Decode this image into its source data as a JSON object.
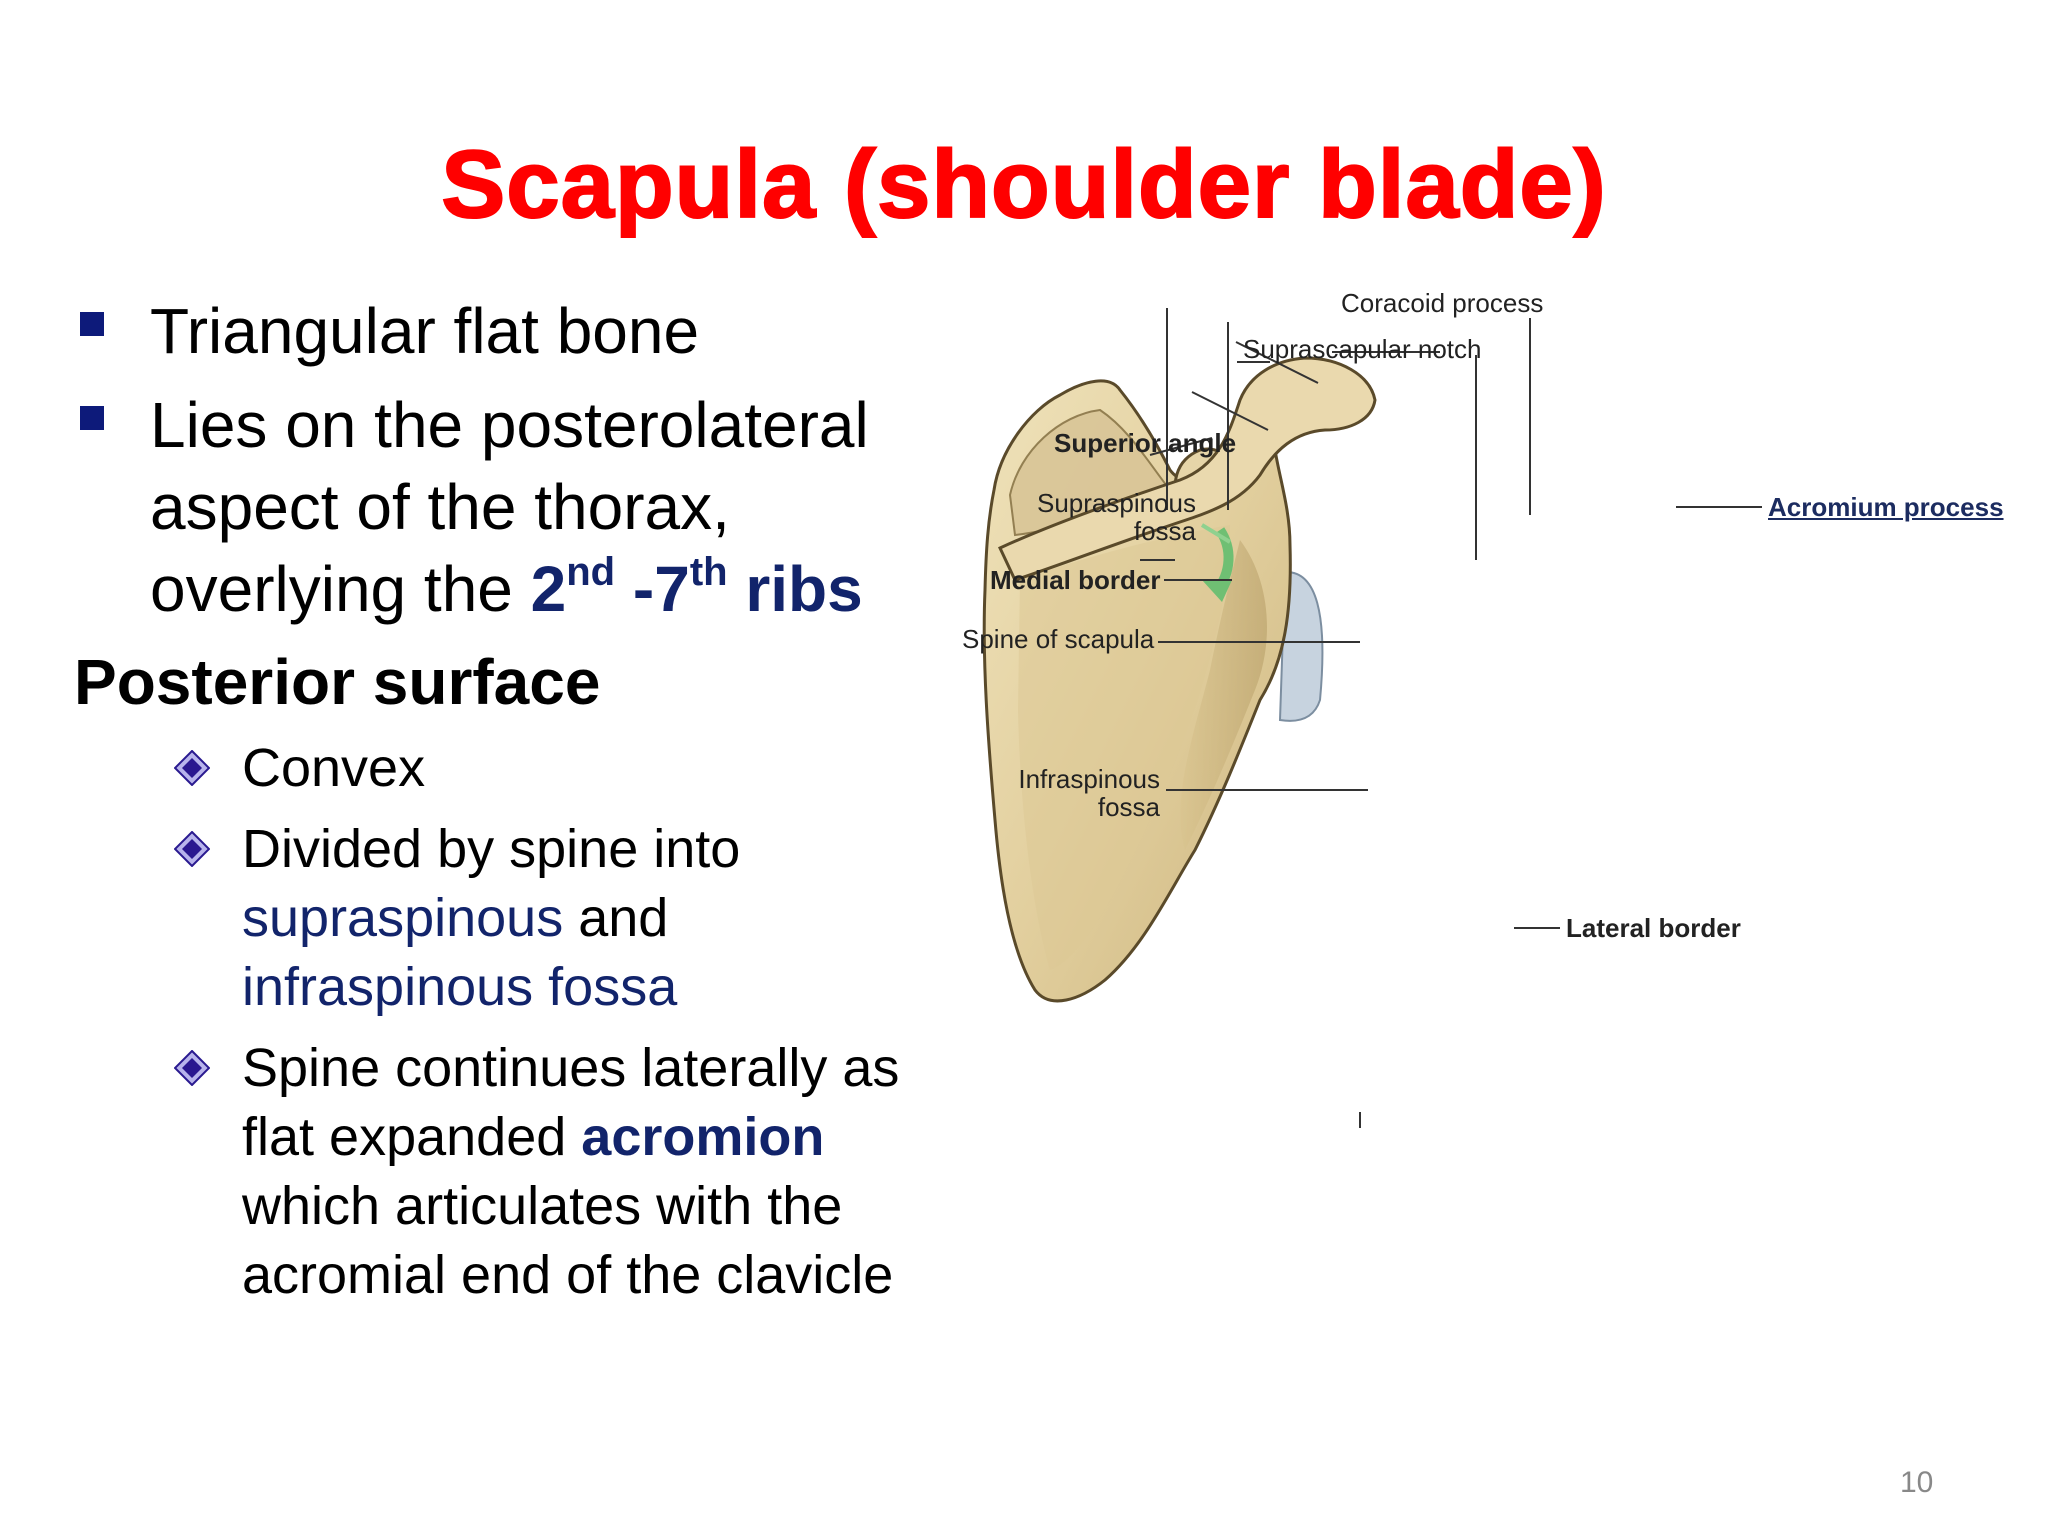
{
  "title": "Scapula (shoulder blade)",
  "bullets": {
    "b1": "Triangular flat bone",
    "b2_pre": "Lies on the posterolateral aspect of the thorax, overlying the ",
    "b2_n1": "2",
    "b2_s1": "nd",
    "b2_n2": " -7",
    "b2_s2": "th",
    "b2_post": "  ribs"
  },
  "posterior": {
    "heading": "Posterior surface",
    "item1": "Convex",
    "item2_pre": "Divided by spine into ",
    "item2_w1": "supraspinous",
    "item2_mid": " and ",
    "item2_w2": "infraspinous fossa",
    "item3_pre": "Spine continues laterally as flat expanded ",
    "item3_w": "acromion",
    "item3_post": " which articulates with the acromial end of the clavicle"
  },
  "figure": {
    "coracoid_process": "Coracoid process",
    "suprascapular_notch": "Suprascapular notch",
    "superior_angle": "Superior angle",
    "supraspinous_fossa_1": "Supraspinous",
    "supraspinous_fossa_2": "fossa",
    "medial_border": "Medial border",
    "spine_of_scapula": "Spine of scapula",
    "infraspinous_fossa_1": "Infraspinous",
    "infraspinous_fossa_2": "fossa",
    "acromium_process": "Acromium process",
    "lateral_border": "Lateral border"
  },
  "colors": {
    "title": "#ff0000",
    "bullet": "#0d1a7a",
    "emphasis": "#12246b",
    "bone": "#e3d2a4"
  },
  "page_number": "10"
}
